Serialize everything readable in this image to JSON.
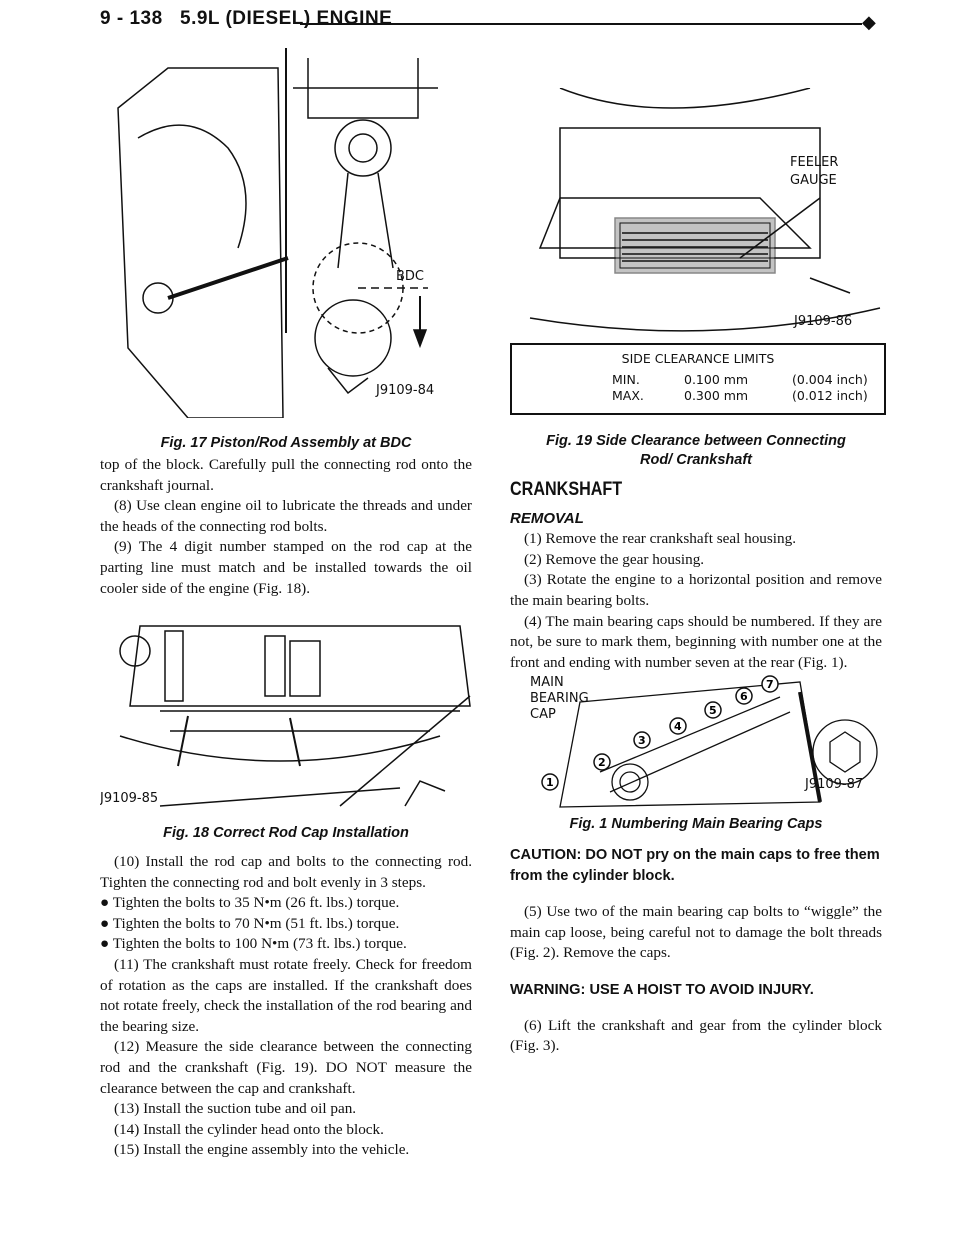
{
  "header": {
    "section": "9 - 138",
    "title": "5.9L (DIESEL) ENGINE",
    "marker": "◆"
  },
  "fig17": {
    "caption": "Fig. 17 Piston/Rod Assembly at BDC",
    "labels": [
      "BDC",
      "J9109-84"
    ]
  },
  "fig18": {
    "caption": "Fig. 18 Correct Rod Cap Installation",
    "labels": [
      "J9109-85"
    ]
  },
  "fig19": {
    "caption": "Fig. 19 Side Clearance between Connecting Rod/ Crankshaft",
    "labels": [
      "FEELER",
      "GAUGE",
      "J9109-86"
    ],
    "table": {
      "title": "SIDE CLEARANCE LIMITS",
      "rows": [
        [
          "MIN.",
          "0.100 mm",
          "(0.004 inch)"
        ],
        [
          "MAX.",
          "0.300 mm",
          "(0.012 inch)"
        ]
      ]
    }
  },
  "fig1": {
    "caption": "Fig. 1 Numbering Main Bearing Caps",
    "labels": [
      "MAIN",
      "BEARING",
      "CAP",
      "J9109-87"
    ],
    "numbers": [
      "1",
      "2",
      "3",
      "4",
      "5",
      "6",
      "7"
    ]
  },
  "left_text": [
    "top of the block. Carefully pull the connecting rod onto the crankshaft journal.",
    "(8) Use clean engine oil to lubricate the threads and under the heads of the connecting rod bolts.",
    "(9) The 4 digit number stamped on the rod cap at the parting line must match and be installed towards the oil cooler side of the engine (Fig. 18)."
  ],
  "left_text2": [
    "(10) Install the rod cap and bolts to the connecting rod. Tighten the connecting rod and bolt evenly in 3 steps.",
    "● Tighten the bolts to 35 N•m (26 ft. lbs.) torque.",
    "● Tighten the bolts to 70 N•m (51 ft. lbs.) torque.",
    "● Tighten the bolts to 100 N•m (73 ft. lbs.) torque.",
    "(11) The crankshaft must rotate freely. Check for freedom of rotation as the caps are installed. If the crankshaft does not rotate freely, check the installation of the rod bearing and the bearing size.",
    "(12) Measure the side clearance between the connecting rod and the crankshaft (Fig. 19). DO NOT measure the clearance between the cap and crankshaft.",
    "(13) Install the suction tube and oil pan.",
    "(14) Install the cylinder head onto the block.",
    "(15) Install the engine assembly into the vehicle."
  ],
  "right": {
    "heading": "CRANKSHAFT",
    "subheading": "REMOVAL",
    "steps": [
      "(1) Remove the rear crankshaft seal housing.",
      "(2) Remove the gear housing.",
      "(3) Rotate the engine to a horizontal position and remove the main bearing bolts.",
      "(4) The main bearing caps should be numbered. If they are not, be sure to mark them, beginning with number one at the front and ending with number seven at the rear (Fig. 1)."
    ],
    "caution": "CAUTION: DO NOT pry on the main caps to free them from the cylinder block.",
    "step5": "(5) Use two of the main bearing cap bolts to “wiggle” the main cap loose, being careful not to damage the bolt threads (Fig. 2). Remove the caps.",
    "warning": "WARNING: USE A HOIST TO AVOID INJURY.",
    "step6": "(6) Lift the crankshaft and gear from the cylinder block (Fig. 3)."
  }
}
